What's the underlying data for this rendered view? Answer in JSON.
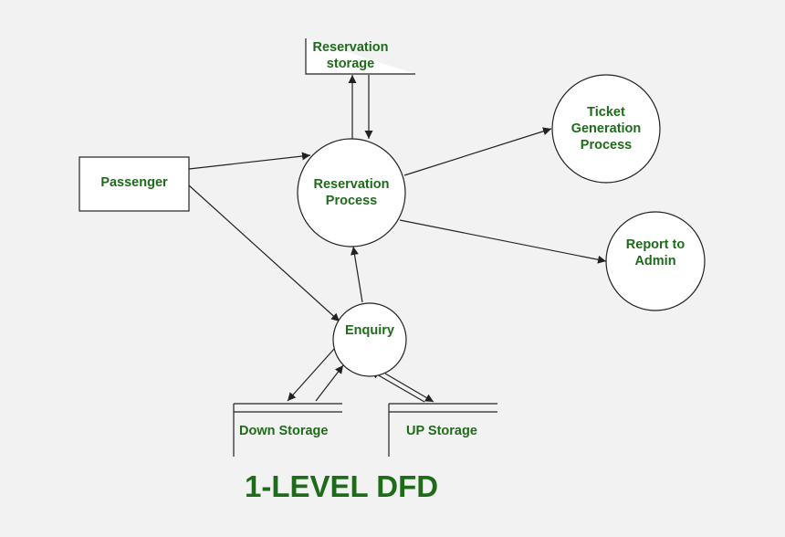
{
  "colors": {
    "background": "#f2f2f2",
    "text": "#1e6b1a",
    "stroke": "#222222",
    "node_fill": "#ffffff"
  },
  "entities": {
    "passenger": "Passenger"
  },
  "processes": {
    "reservation": [
      "Reservation",
      "Process"
    ],
    "ticket_generation": [
      "Ticket",
      "Generation",
      "Process"
    ],
    "report_to_admin": [
      "Report to",
      "Admin"
    ],
    "enquiry": "Enquiry"
  },
  "stores": {
    "reservation_storage": [
      "Reservation",
      "storage"
    ],
    "down_storage": "Down Storage",
    "up_storage": "UP Storage"
  },
  "title": "1-LEVEL DFD"
}
